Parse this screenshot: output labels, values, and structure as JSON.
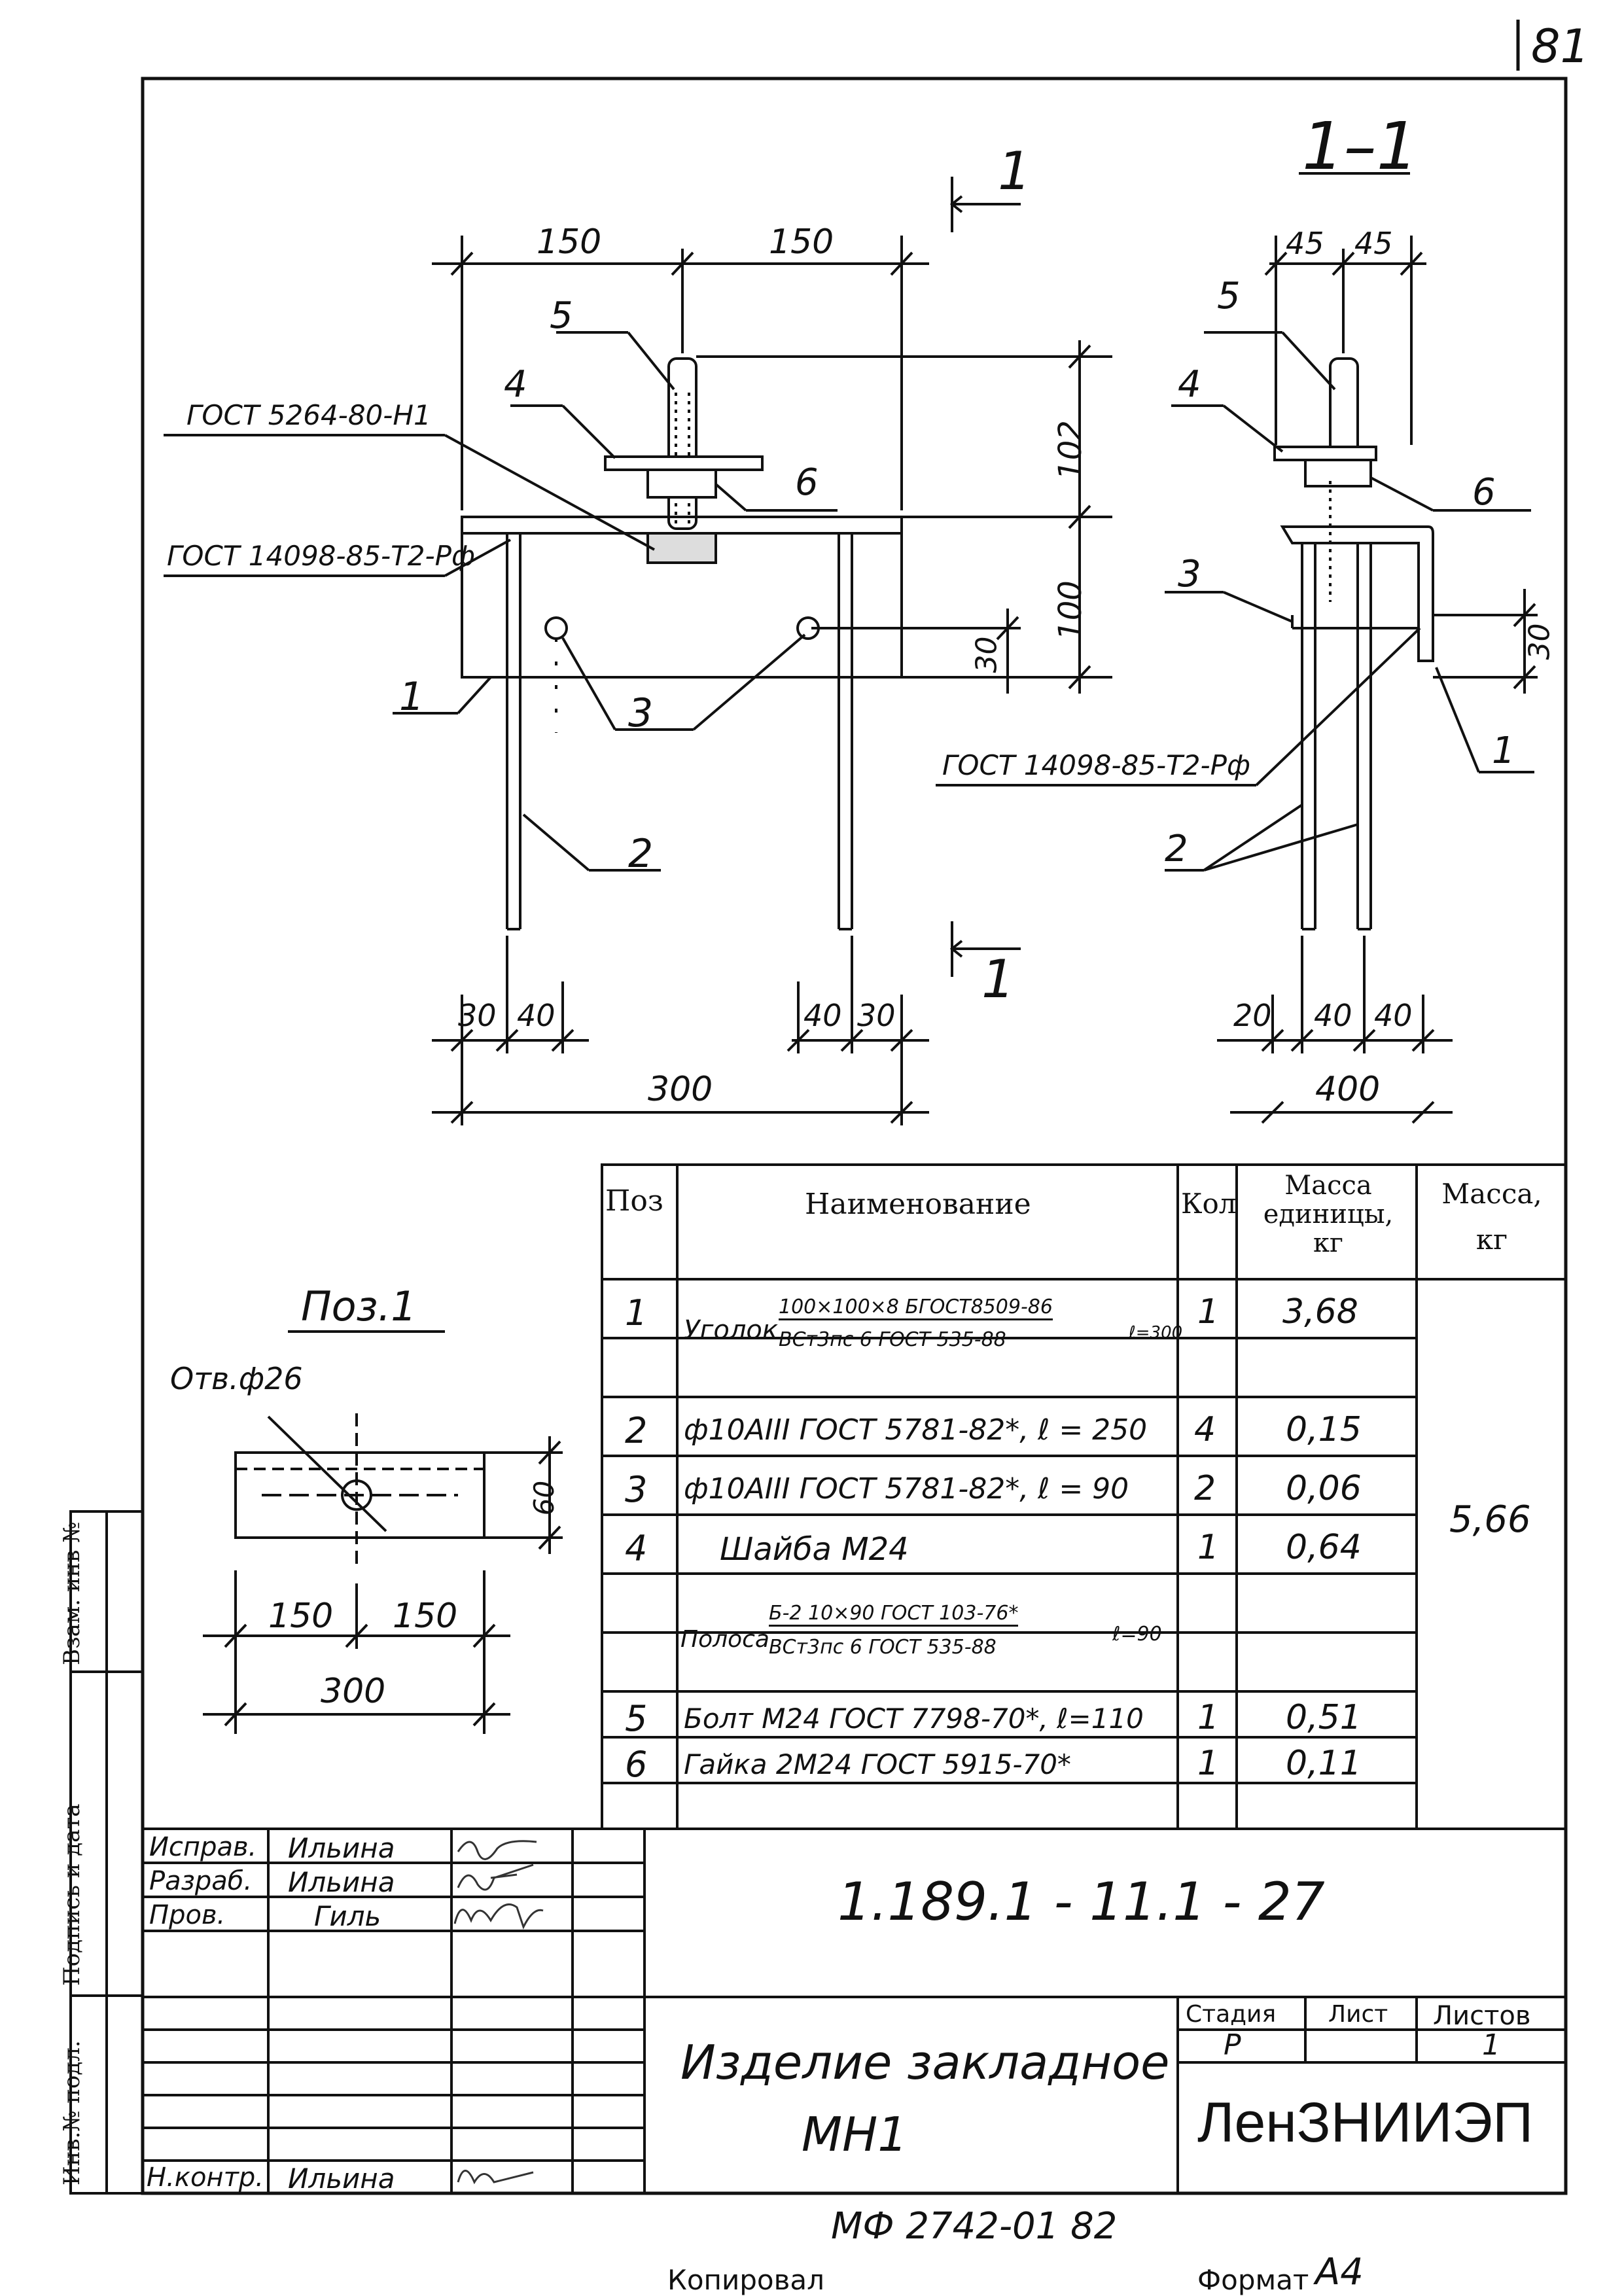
{
  "sheet_corner": "81",
  "section_label": "1–1",
  "section_marker": "1",
  "front_view": {
    "dims_top": [
      "150",
      "150"
    ],
    "dim_height_upper": "102",
    "dim_height_lower": "100",
    "dim_30": "30",
    "dims_bottom_left": [
      "30",
      "40"
    ],
    "dims_bottom_right": [
      "40",
      "30"
    ],
    "dim_total": "300",
    "callouts": {
      "p5": "5",
      "p4": "4",
      "p6": "6",
      "p3": "3",
      "p1": "1",
      "p2": "2"
    },
    "weld_top": "ГОСТ 5264-80-Н1",
    "weld_left": "ГОСТ 14098-85-Т2-Рф"
  },
  "side_view": {
    "dims_top": [
      "45",
      "45"
    ],
    "dim_30": "30",
    "dims_bottom": [
      "20",
      "40",
      "40"
    ],
    "dim_total": "400",
    "callouts": {
      "p5": "5",
      "p4": "4",
      "p6": "6",
      "p3": "3",
      "p1": "1",
      "p2": "2"
    },
    "weld": "ГОСТ 14098-85-Т2-Рф"
  },
  "detail": {
    "title": "Поз.1",
    "hole": "Отв.ф26",
    "dim_60": "60",
    "dims": [
      "150",
      "150"
    ],
    "total": "300"
  },
  "spec_table": {
    "headers": [
      "Поз",
      "Наименование",
      "Кол",
      "Масса единицы, кг",
      "Масса, кг"
    ],
    "header_mass_unit": [
      "Масса",
      "единицы,",
      "кг"
    ],
    "header_mass_total": [
      "Масса,",
      "кг"
    ],
    "rows": [
      {
        "pos": "1",
        "name_a": "Уголок",
        "name_top": "100×100×8 БГОСТ8509-86",
        "name_bot": "ВСт3пс 6 ГОСТ 535-88",
        "name_tail": "ℓ=300",
        "qty": "1",
        "mass": "3,68"
      },
      {
        "pos": "2",
        "name": "ф10АIII ГОСТ 5781-82*, ℓ = 250",
        "qty": "4",
        "mass": "0,15"
      },
      {
        "pos": "3",
        "name": "ф10АIII ГОСТ 5781-82*, ℓ = 90",
        "qty": "2",
        "mass": "0,06"
      },
      {
        "pos": "4",
        "name": "Шайба М24",
        "qty": "1",
        "mass": "0,64"
      },
      {
        "pos": "",
        "name_a": "Полоса",
        "name_top": "Б-2 10×90 ГОСТ 103-76*",
        "name_bot": "ВСт3пс 6 ГОСТ 535-88",
        "name_tail": "ℓ=90",
        "qty": "",
        "mass": ""
      },
      {
        "pos": "5",
        "name": "Болт М24 ГОСТ 7798-70*, ℓ=110",
        "qty": "1",
        "mass": "0,51"
      },
      {
        "pos": "6",
        "name": "Гайка 2М24 ГОСТ 5915-70*",
        "qty": "1",
        "mass": "0,11"
      }
    ],
    "total_mass": "5,66"
  },
  "side_stamp": [
    "Инв.№ подл.",
    "Подпись и дата",
    "Взам. инв №"
  ],
  "title_block": {
    "roles": [
      "Исправ.",
      "Разраб.",
      "Пров.",
      "",
      "",
      "",
      "Н.контр."
    ],
    "names": [
      "Ильина",
      "Ильина",
      "Гиль",
      "",
      "",
      "",
      "Ильина"
    ],
    "doc_number": "1.189.1 - 11.1 - 27",
    "item_title_1": "Изделие закладное",
    "item_title_2": "МН1",
    "stage_header": "Стадия",
    "sheet_header": "Лист",
    "sheets_header": "Листов",
    "stage": "Р",
    "sheet": "",
    "sheets": "1",
    "org": "ЛенЗНИИЭП"
  },
  "footer": {
    "archive": "МФ 2742-01 82",
    "copied": "Копировал",
    "format_label": "Формат",
    "format_value": "А4"
  }
}
